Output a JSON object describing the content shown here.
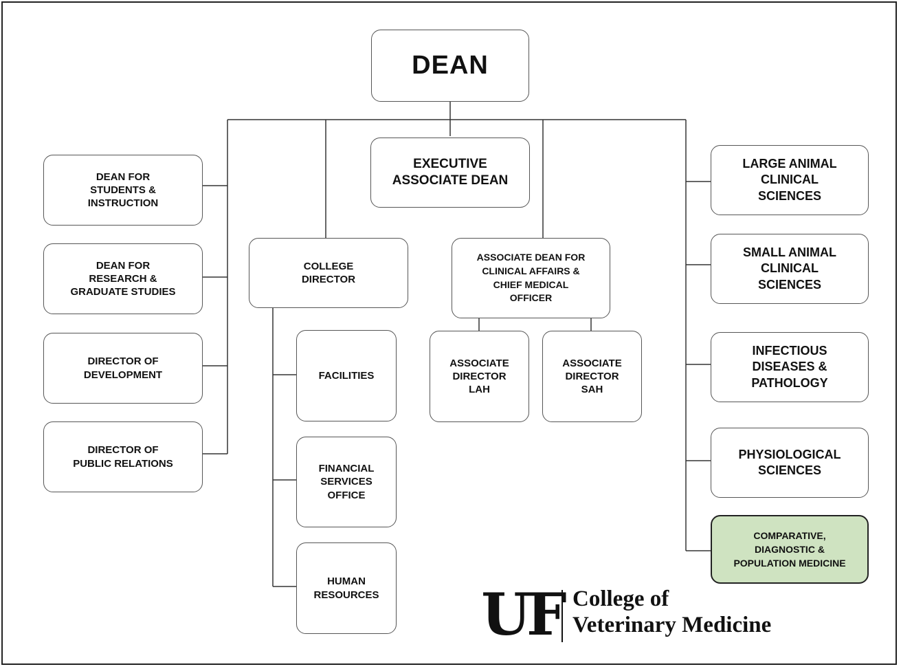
{
  "chart": {
    "dean": "DEAN",
    "executive_associate_dean": "EXECUTIVE\nASSOCIATE DEAN",
    "left": [
      "DEAN FOR\nSTUDENTS &\nINSTRUCTION",
      "DEAN FOR\nRESEARCH &\nGRADUATE STUDIES",
      "DIRECTOR OF\nDEVELOPMENT",
      "DIRECTOR OF\nPUBLIC RELATIONS"
    ],
    "college_director": "COLLEGE\nDIRECTOR",
    "college_director_units": [
      "FACILITIES",
      "FINANCIAL\nSERVICES\nOFFICE",
      "HUMAN\nRESOURCES"
    ],
    "associate_dean_clinical": "ASSOCIATE DEAN FOR\nCLINICAL AFFAIRS &\nCHIEF MEDICAL\nOFFICER",
    "associate_directors": [
      "ASSOCIATE\nDIRECTOR\nLAH",
      "ASSOCIATE\nDIRECTOR\nSAH"
    ],
    "departments": [
      "LARGE ANIMAL\nCLINICAL\nSCIENCES",
      "SMALL ANIMAL\nCLINICAL\nSCIENCES",
      "INFECTIOUS\nDISEASES &\nPATHOLOGY",
      "PHYSIOLOGICAL\nSCIENCES",
      "COMPARATIVE,\nDIAGNOSTIC &\nPOPULATION MEDICINE"
    ],
    "highlight_color": "#cfe3c1"
  },
  "logo": {
    "mark": "UF",
    "text": "College of\nVeterinary Medicine"
  }
}
